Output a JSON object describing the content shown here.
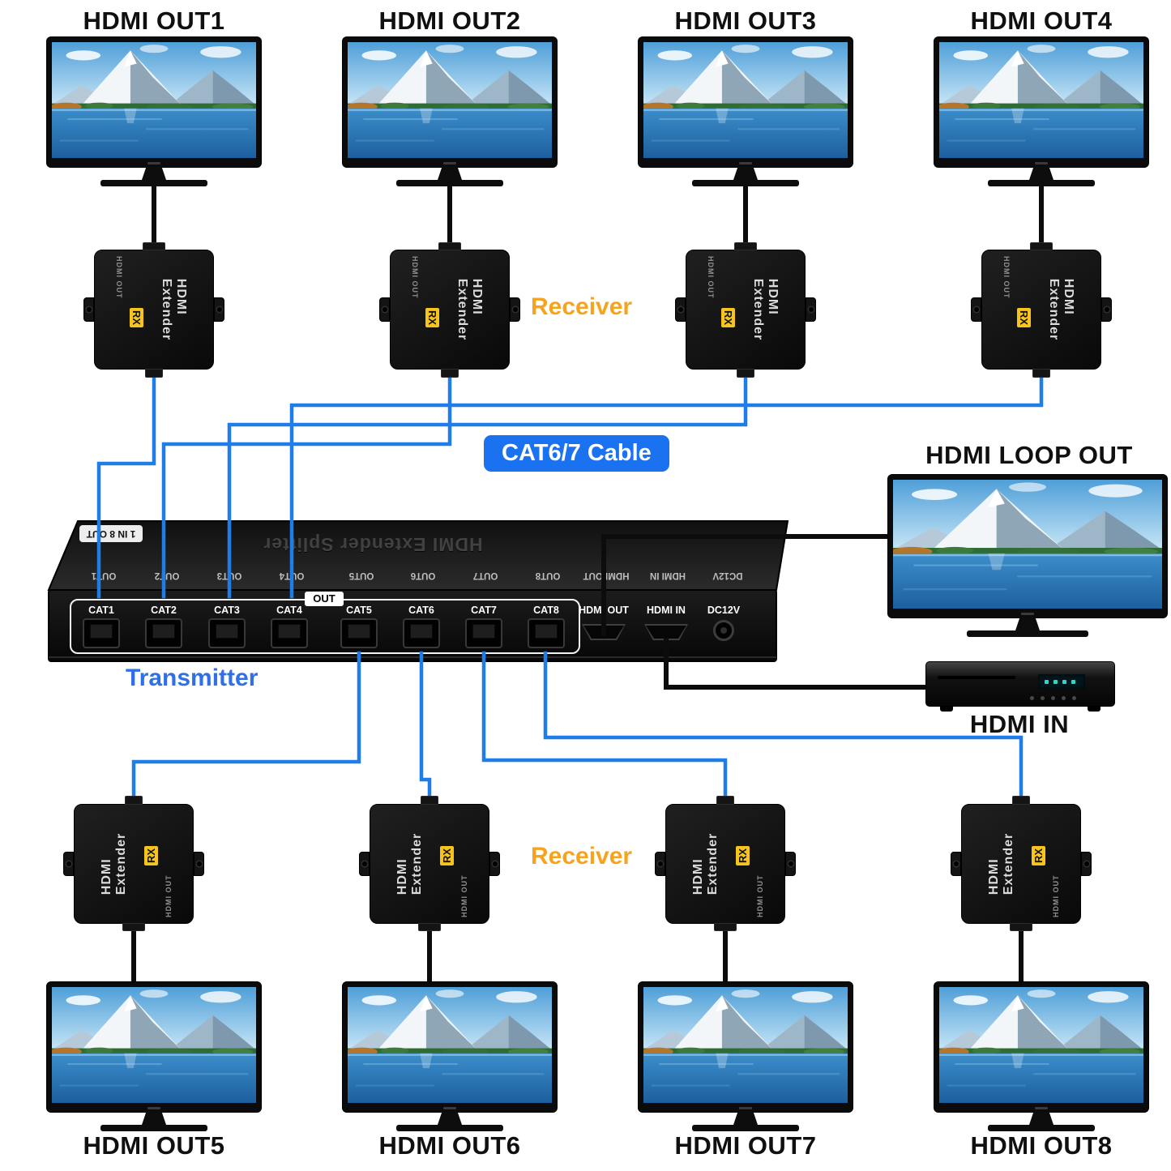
{
  "colors": {
    "cable_blue": "#1f7de8",
    "cable_black": "#0c0c0c",
    "receiver_text": "#f6a41e",
    "transmitter_text": "#2f6fe8",
    "cable_badge_bg": "#1b72f0",
    "rx_badge_bg": "#f6c41c"
  },
  "labels": {
    "receiver_top": "Receiver",
    "receiver_bottom": "Receiver",
    "transmitter": "Transmitter",
    "cable_badge": "CAT6/7 Cable",
    "hdmi_in": "HDMI IN",
    "hdmi_loop_out": "HDMI LOOP OUT"
  },
  "top_monitors": [
    {
      "label": "HDMI OUT1"
    },
    {
      "label": "HDMI OUT2"
    },
    {
      "label": "HDMI OUT3"
    },
    {
      "label": "HDMI OUT4"
    }
  ],
  "bottom_monitors": [
    {
      "label": "HDMI OUT5"
    },
    {
      "label": "HDMI OUT6"
    },
    {
      "label": "HDMI OUT7"
    },
    {
      "label": "HDMI OUT8"
    }
  ],
  "receiver_device": {
    "brand": "HDMI Extender",
    "rx_badge": "RX",
    "hdmi_port": "HDMI OUT"
  },
  "splitter": {
    "top_title": "HDMI Extender Splitter",
    "io_badge": "1 IN 8 OUT",
    "out_group": "OUT",
    "top_labels": [
      "OUT1",
      "OUT2",
      "OUT3",
      "OUT4",
      "OUT5",
      "OUT6",
      "OUT7",
      "OUT8",
      "HDMI OUT",
      "HDMI IN",
      "DC12V"
    ],
    "cat_ports": [
      "CAT1",
      "CAT2",
      "CAT3",
      "CAT4",
      "CAT5",
      "CAT6",
      "CAT7",
      "CAT8"
    ],
    "hdmi_out_port": "HDMI OUT",
    "hdmi_in_port": "HDMI IN",
    "dc_port": "DC12V"
  }
}
